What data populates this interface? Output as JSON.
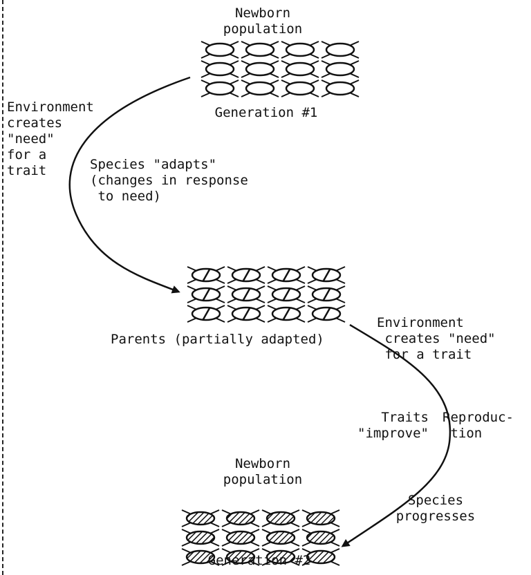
{
  "labels": {
    "gen1_top": "Newborn\npopulation",
    "gen1_bottom": "Generation #1",
    "env_need_1": "Environment\ncreates\n\"need\"\nfor a\ntrait",
    "species_adapts": "Species \"adapts\"\n(changes in response\n to need)",
    "parents": "Parents (partially adapted)",
    "env_need_2": "Environment\n creates \"need\"\n for a trait",
    "traits_improve": "Traits\n\"improve\"",
    "reproduction": "Reproduc-\n tion",
    "gen2_top": "Newborn\npopulation",
    "species_progresses": "Species\nprogresses",
    "gen2_bottom": "Generation #2"
  },
  "populations": {
    "gen1": {
      "rows": 3,
      "cols": 4,
      "fill": "empty"
    },
    "parents": {
      "rows": 3,
      "cols": 4,
      "fill": "partial-stripe"
    },
    "gen2": {
      "rows": 3,
      "cols": 4,
      "fill": "full-hatch"
    }
  },
  "colors": {
    "ink": "#111111",
    "paper": "#ffffff"
  }
}
